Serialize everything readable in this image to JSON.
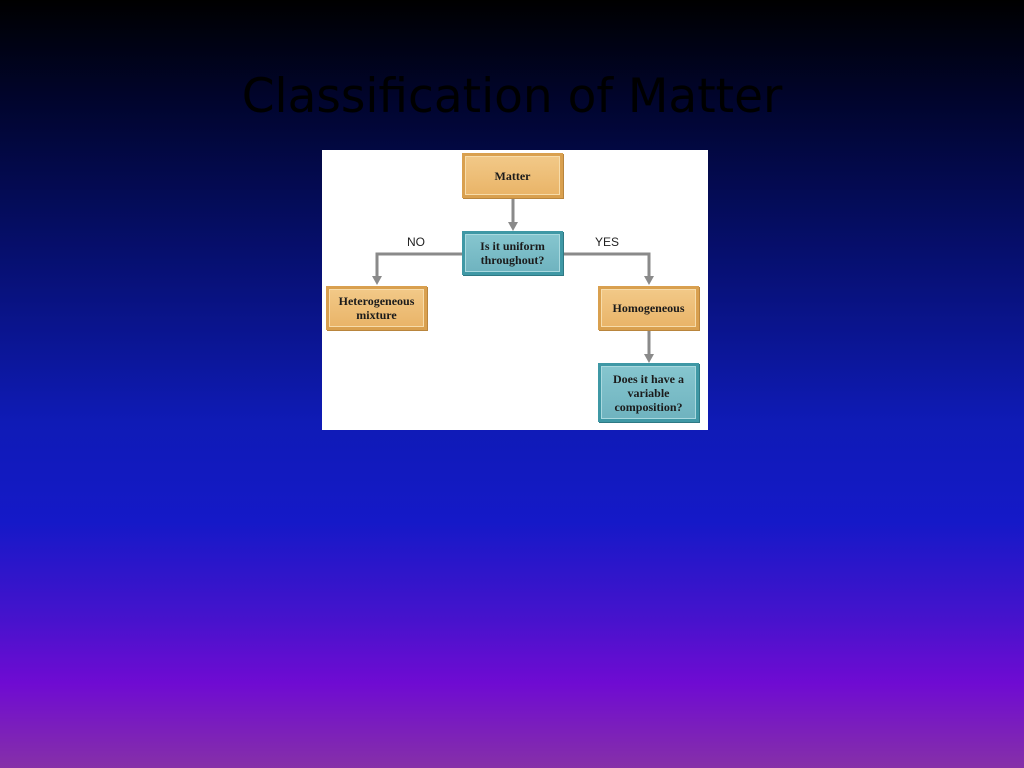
{
  "slide": {
    "title": "Classification of Matter"
  },
  "diagram": {
    "nodes": {
      "matter": "Matter",
      "uniform_question": "Is it uniform\nthroughout?",
      "heterogeneous": "Heterogeneous\nmixture",
      "homogeneous": "Homogeneous",
      "variable_question": "Does it have a\nvariable\ncomposition?"
    },
    "branches": {
      "no": "NO",
      "yes": "YES"
    },
    "colors": {
      "node_fill_orange": "#e9b468",
      "node_fill_teal": "#6fb3bf",
      "arrow": "#8a8a8a"
    }
  }
}
